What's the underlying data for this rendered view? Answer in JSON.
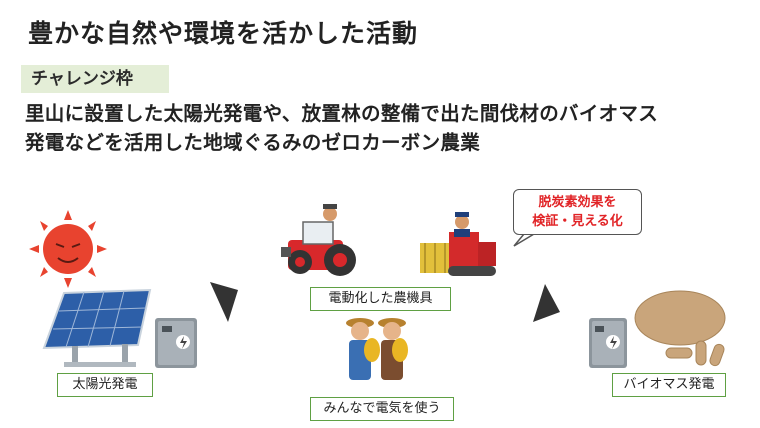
{
  "title": "豊かな自然や環境を活かした活動",
  "badge": "チャレンジ枠",
  "description_lines": [
    "里山に設置した太陽光発電や、放置林の整備で出た間伐材のバイオマス",
    "発電などを活用した地域ぐるみのゼロカーボン農業"
  ],
  "labels": {
    "solar": "太陽光発電",
    "machinery": "電動化した農機具",
    "community": "みんなで電気を使う",
    "biomass": "バイオマス発電"
  },
  "callout_lines": [
    "脱炭素効果を",
    "検証・見える化"
  ],
  "icons": [
    "sun-icon",
    "solar-panel-icon",
    "power-box-icon",
    "tractor-icon",
    "harvester-icon",
    "farmers-icon",
    "wood-pellets-icon",
    "arrow-icon"
  ],
  "colors": {
    "badge_bg": "#e4eed7",
    "label_border": "#5fa043",
    "callout_text": "#e12326",
    "sun": "#e8432f"
  }
}
